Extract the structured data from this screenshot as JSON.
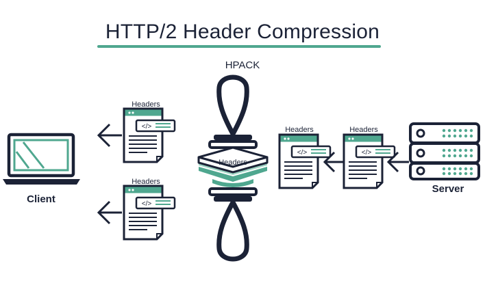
{
  "title": "HTTP/2 Header Compression",
  "hpack_label": "HPACK",
  "client_label": "Client",
  "server_label": "Server",
  "docs": [
    {
      "label": "Headers",
      "code": "</>"
    },
    {
      "label": "Headers",
      "code": "</>"
    },
    {
      "label": "Headers",
      "code": "</>"
    },
    {
      "label": "Headers",
      "code": "</>"
    }
  ],
  "compressed_label": "Headers",
  "colors": {
    "accent": "#4fa78f",
    "ink": "#1b2236",
    "light": "#9fd4c4"
  }
}
